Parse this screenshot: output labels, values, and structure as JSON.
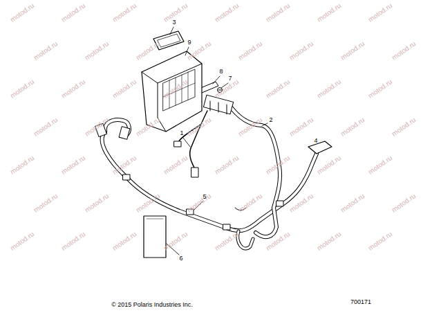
{
  "diagram": {
    "labels": [
      "3",
      "9",
      "8",
      "7",
      "2",
      "1",
      "4",
      "5",
      "6",
      "© 2015 Polaris Industries Inc.",
      "700171",
      "motod.ru",
      "motod.ru",
      "motod.ru",
      "motod.ru",
      "motod.ru",
      "motod.ru",
      "motod.ru",
      "motod.ru",
      "motod.ru",
      "motod.ru",
      "motod.ru",
      "motod.ru",
      "motod.ru",
      "motod.ru",
      "motod.ru",
      "motod.ru",
      "motod.ru",
      "motod.ru",
      "motod.ru",
      "motod.ru",
      "motod.ru",
      "motod.ru",
      "motod.ru",
      "motod.ru",
      "motod.ru",
      "motod.ru",
      "motod.ru",
      "motod.ru",
      "motod.ru",
      "motod.ru",
      "motod.ru",
      "motod.ru",
      "motod.ru",
      "motod.ru",
      "motod.ru",
      "motod.ru",
      "motod.ru",
      "motod.ru",
      "motod.ru",
      "motod.ru",
      "motod.ru",
      "motod.ru",
      "motod.ru",
      "motod.ru",
      "motod.ru",
      "motod.ru",
      "motod.ru",
      "motod.ru",
      "motod.ru",
      "motod.ru",
      "motod.ru",
      "motod.ru",
      "motod.ru",
      "motod.ru",
      "motod.ru",
      "motod.ru"
    ]
  }
}
